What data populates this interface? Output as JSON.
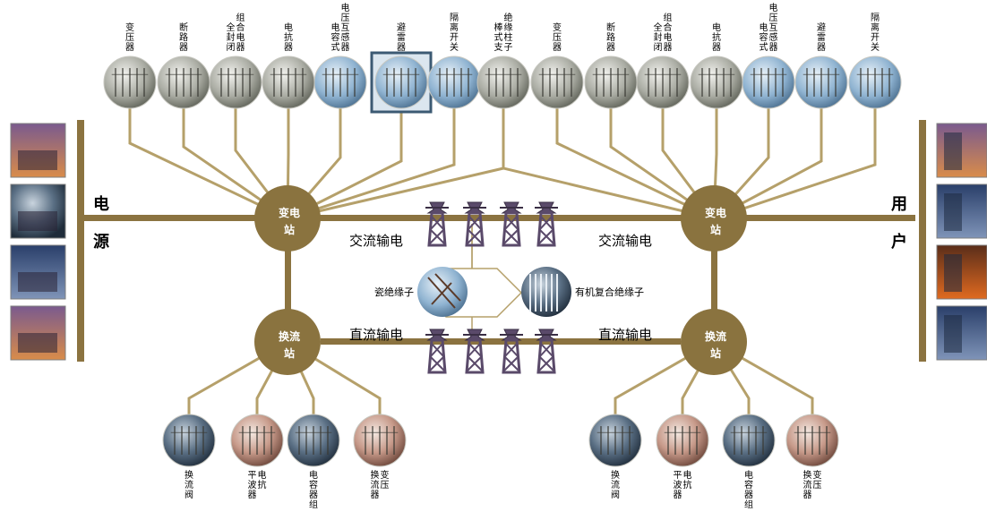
{
  "colors": {
    "bar": "#8b7340",
    "line": "#b5a06a",
    "hub": "#8a733f",
    "hub_text": "#ffffff",
    "text": "#000000",
    "selected_border": "#3c5a73"
  },
  "side_labels": {
    "left": [
      "电",
      "源"
    ],
    "right": [
      "用",
      "户"
    ]
  },
  "hubs": {
    "ac_left": [
      "变电",
      "站"
    ],
    "ac_right": [
      "变电",
      "站"
    ],
    "dc_left": [
      "换流",
      "站"
    ],
    "dc_right": [
      "换流",
      "站"
    ]
  },
  "lines": {
    "ac_left": "交流输电",
    "ac_right": "交流输电",
    "dc_left": "直流输电",
    "dc_right": "直流输电"
  },
  "insulators": {
    "left": "瓷绝缘子",
    "right": "有机复合绝缘子"
  },
  "top_equipment": [
    {
      "icon": "transformer-icon",
      "cols": [
        [
          "变",
          "压",
          "器"
        ]
      ]
    },
    {
      "icon": "breaker-icon",
      "cols": [
        [
          "断",
          "路",
          "器"
        ]
      ]
    },
    {
      "icon": "gis-icon",
      "cols": [
        [
          "全",
          "封",
          "闭"
        ],
        [
          "组",
          "合",
          "电",
          "器"
        ]
      ]
    },
    {
      "icon": "reactor-icon",
      "cols": [
        [
          "电",
          "抗",
          "器"
        ]
      ]
    },
    {
      "icon": "cvt-icon",
      "cols": [
        [
          "电",
          "容",
          "式"
        ],
        [
          "电",
          "压",
          "互",
          "感",
          "器"
        ]
      ]
    },
    {
      "icon": "arrester-icon",
      "cols": [
        [
          "避",
          "雷",
          "器"
        ]
      ],
      "selected": true
    },
    {
      "icon": "disconnector-icon",
      "cols": [
        [
          "隔",
          "离",
          "开",
          "关"
        ]
      ]
    },
    {
      "icon": "post-insulator-icon",
      "cols": [
        [
          "棒",
          "式",
          "支"
        ],
        [
          "绝",
          "缘",
          "柱",
          "子"
        ]
      ]
    },
    {
      "icon": "transformer-icon",
      "cols": [
        [
          "变",
          "压",
          "器"
        ]
      ]
    },
    {
      "icon": "breaker-icon",
      "cols": [
        [
          "断",
          "路",
          "器"
        ]
      ]
    },
    {
      "icon": "gis-icon",
      "cols": [
        [
          "全",
          "封",
          "闭"
        ],
        [
          "组",
          "合",
          "电",
          "器"
        ]
      ]
    },
    {
      "icon": "reactor-icon",
      "cols": [
        [
          "电",
          "抗",
          "器"
        ]
      ]
    },
    {
      "icon": "cvt-icon",
      "cols": [
        [
          "电",
          "容",
          "式"
        ],
        [
          "电",
          "压",
          "互",
          "感",
          "器"
        ]
      ]
    },
    {
      "icon": "arrester-icon",
      "cols": [
        [
          "避",
          "雷",
          "器"
        ]
      ]
    },
    {
      "icon": "disconnector-icon",
      "cols": [
        [
          "隔",
          "离",
          "开",
          "关"
        ]
      ]
    }
  ],
  "bottom_equipment": [
    {
      "icon": "valve-icon",
      "cols": [
        [
          "换",
          "流",
          "阀"
        ]
      ]
    },
    {
      "icon": "smoothing-reactor-icon",
      "cols": [
        [
          "平",
          "波",
          "器"
        ],
        [
          "电",
          "抗"
        ]
      ]
    },
    {
      "icon": "capacitor-bank-icon",
      "cols": [
        [
          "电",
          "容",
          "器",
          "组"
        ]
      ]
    },
    {
      "icon": "converter-transformer-icon",
      "cols": [
        [
          "换",
          "流",
          "器"
        ],
        [
          "变",
          "压"
        ]
      ]
    },
    {
      "icon": "valve-icon",
      "cols": [
        [
          "换",
          "流",
          "阀"
        ]
      ]
    },
    {
      "icon": "smoothing-reactor-icon",
      "cols": [
        [
          "平",
          "波",
          "器"
        ],
        [
          "电",
          "抗"
        ]
      ]
    },
    {
      "icon": "capacitor-bank-icon",
      "cols": [
        [
          "电",
          "容",
          "器",
          "组"
        ]
      ]
    },
    {
      "icon": "converter-transformer-icon",
      "cols": [
        [
          "换",
          "流",
          "器"
        ],
        [
          "变",
          "压"
        ]
      ]
    }
  ],
  "source_photos": [
    "power-plant-icon",
    "substation-photo-icon",
    "wind-farm-icon",
    "hydro-dam-icon"
  ],
  "user_photos": [
    "city-building-icon",
    "train-icon",
    "steel-mill-icon",
    "satellite-dish-icon"
  ]
}
